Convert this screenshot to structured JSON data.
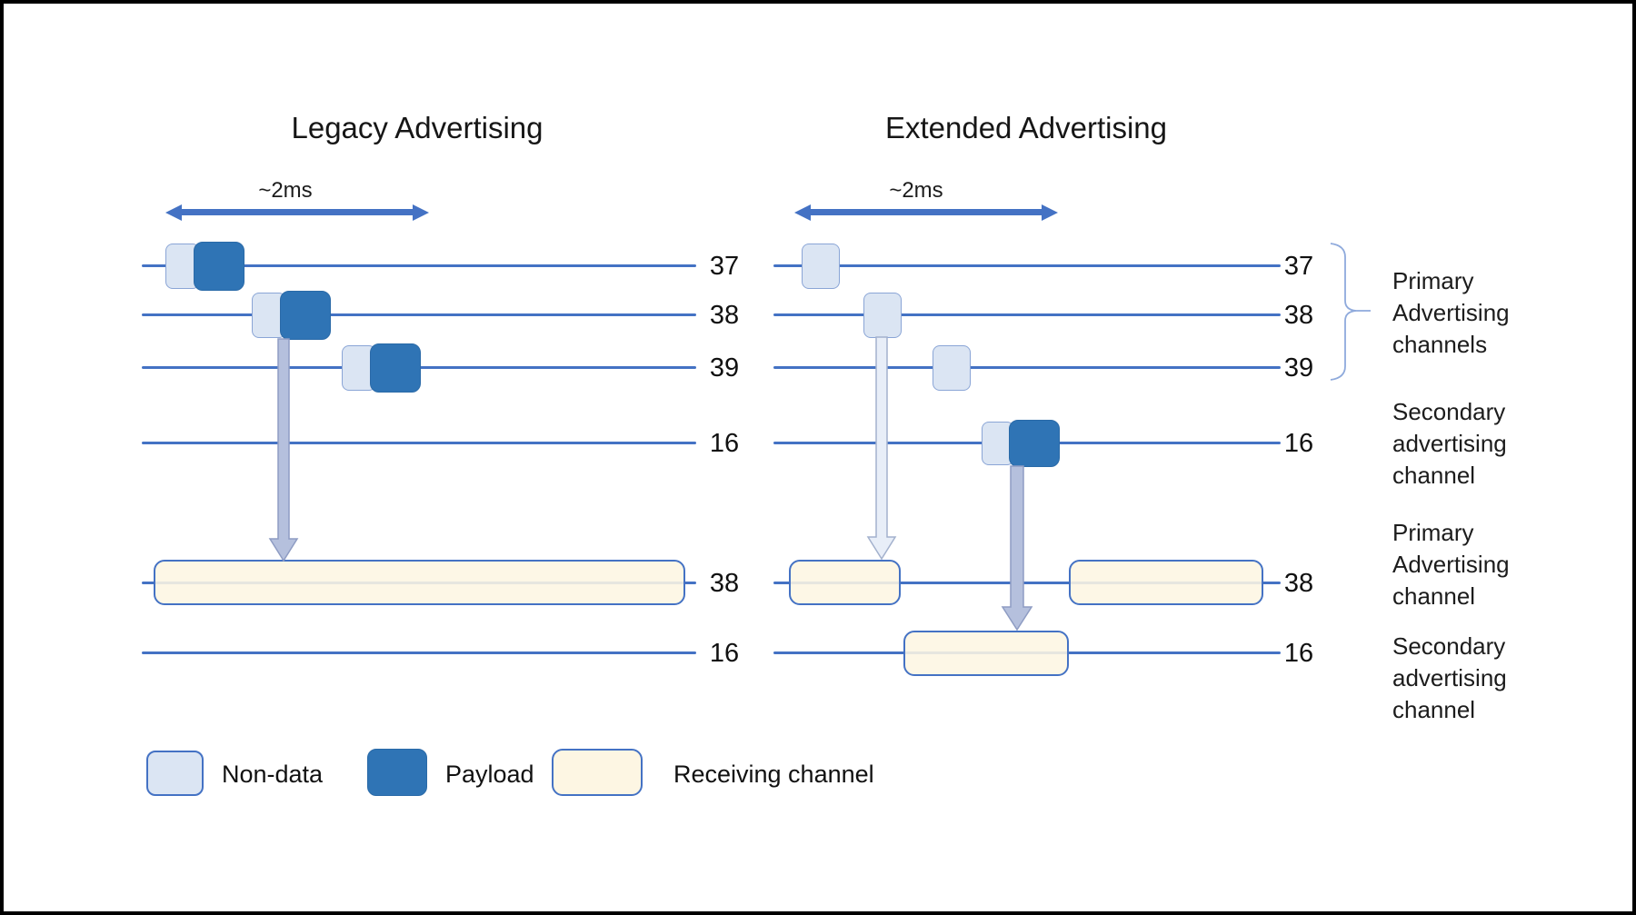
{
  "legacy": {
    "title": "Legacy Advertising",
    "interval_label": "~2ms"
  },
  "extended": {
    "title": "Extended Advertising",
    "interval_label": "~2ms"
  },
  "channel_labels": {
    "ch37": "37",
    "ch38": "38",
    "ch39": "39",
    "ch16": "16",
    "recv38": "38",
    "recv16": "16"
  },
  "annotations": {
    "primary_channels": "Primary\nAdvertising\nchannels",
    "secondary_channel_top": "Secondary\nadvertising\nchannel",
    "primary_channel": "Primary\nAdvertising\nchannel",
    "secondary_channel_bottom": "Secondary\nadvertising\nchannel"
  },
  "legend": {
    "non_data": "Non-data",
    "payload": "Payload",
    "receiving": "Receiving channel"
  },
  "colors": {
    "line": "#4472c4",
    "payload": "#2f74b5",
    "non_data_fill": "#dbe5f3",
    "receiving_fill": "#fdf6e3",
    "arrow_fill": "#b5c0dd",
    "arrow_light_fill": "#e8eef8",
    "brace": "#8faadc"
  }
}
